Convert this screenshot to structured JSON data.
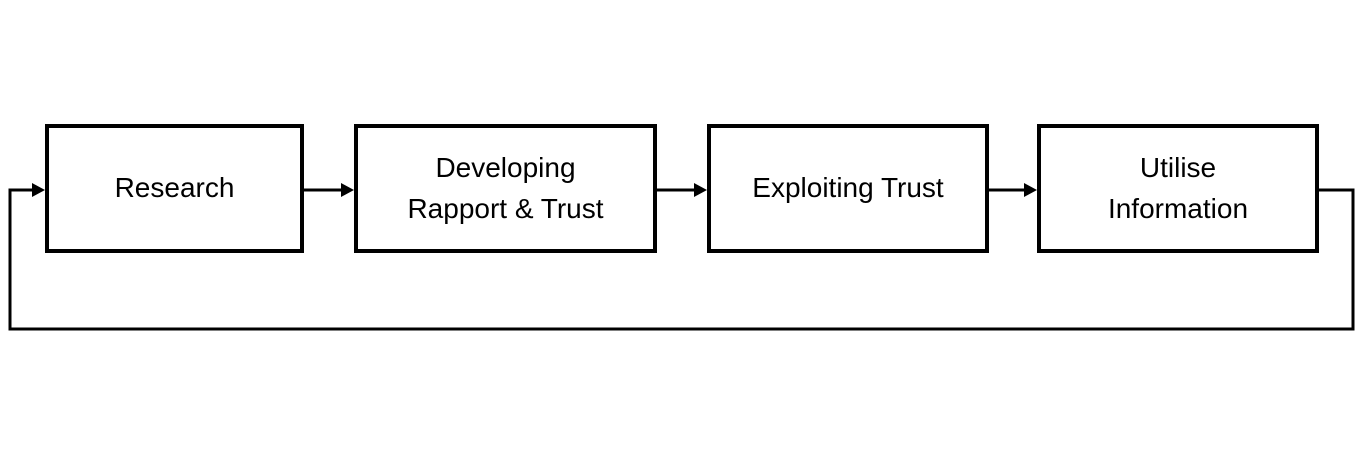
{
  "diagram": {
    "type": "flowchart",
    "description": "Social engineering cycle: four sequential stages with a feedback loop from the last stage back to the first",
    "boxes": [
      {
        "id": "research",
        "label": "Research"
      },
      {
        "id": "developing-rapport-trust",
        "label": "Developing\nRapport & Trust"
      },
      {
        "id": "exploiting-trust",
        "label": "Exploiting Trust"
      },
      {
        "id": "utilise-information",
        "label": "Utilise\nInformation"
      }
    ],
    "flow": [
      "Research -> Developing Rapport & Trust",
      "Developing Rapport & Trust -> Exploiting Trust",
      "Exploiting Trust -> Utilise Information",
      "Utilise Information -> Research (feedback loop around bottom)"
    ],
    "colors": {
      "stroke": "#000000",
      "box_fill": "#ffffff",
      "background": "#ffffff",
      "text": "#000000"
    }
  }
}
